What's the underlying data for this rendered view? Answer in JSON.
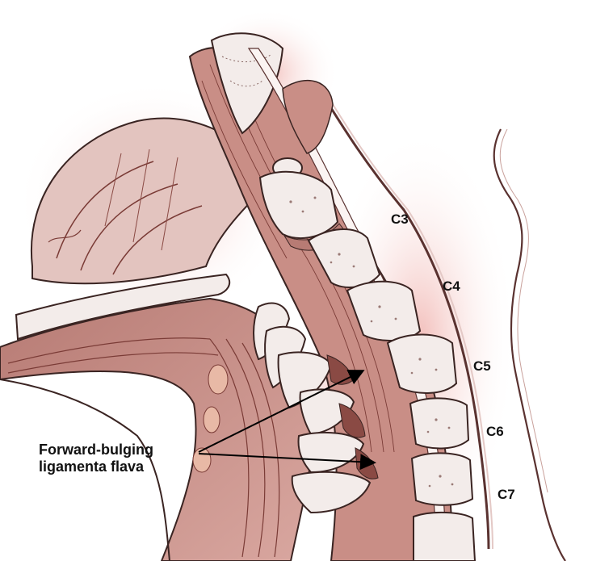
{
  "vertebra_labels": {
    "c3": "C3",
    "c4": "C4",
    "c5": "C5",
    "c6": "C6",
    "c7": "C7"
  },
  "callout": {
    "line1": "Forward-bulging",
    "line2": "ligamenta flava"
  },
  "colors": {
    "tissue_fill": "#c98e86",
    "tissue_dark": "#7a3b36",
    "bone_fill": "#f3ecea",
    "glow": "#f3c7c4",
    "outline": "#3a2422"
  }
}
